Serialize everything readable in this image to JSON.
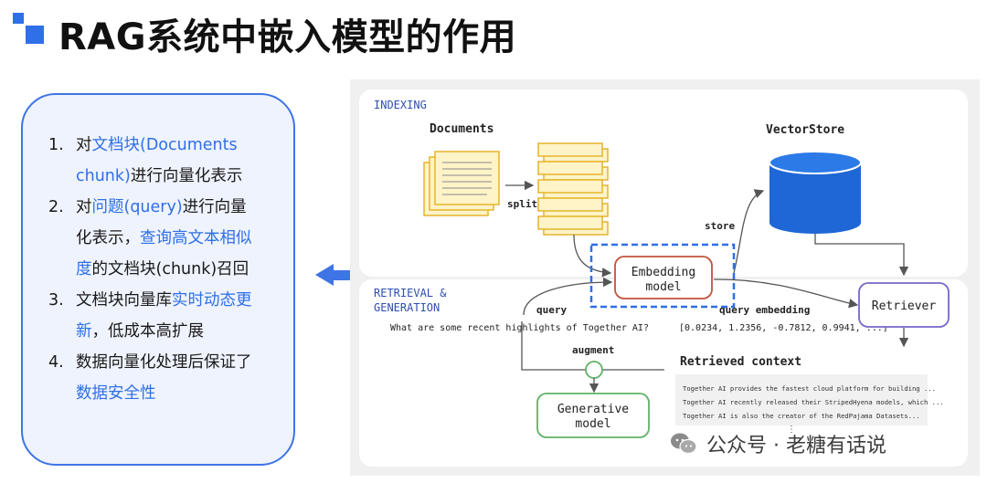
{
  "page_title": "RAG系统中嵌入模型的作用",
  "summary": {
    "items": [
      {
        "num": "1.",
        "lines": [
          [
            {
              "t": "对",
              "h": false
            },
            {
              "t": "文档块(Documents",
              "h": true
            }
          ],
          [
            {
              "t": "chunk)",
              "h": true
            },
            {
              "t": "进行向量化表示",
              "h": false
            }
          ]
        ]
      },
      {
        "num": "2.",
        "lines": [
          [
            {
              "t": "对",
              "h": false
            },
            {
              "t": "问题(query)",
              "h": true
            },
            {
              "t": "进行向量",
              "h": false
            }
          ],
          [
            {
              "t": "化表示，",
              "h": false
            },
            {
              "t": "查询高文本相似",
              "h": true
            }
          ],
          [
            {
              "t": "度",
              "h": true
            },
            {
              "t": "的文档块(chunk)召回",
              "h": false
            }
          ]
        ]
      },
      {
        "num": "3.",
        "lines": [
          [
            {
              "t": "文档块向量库",
              "h": false
            },
            {
              "t": "实时动态更",
              "h": true
            }
          ],
          [
            {
              "t": "新",
              "h": true
            },
            {
              "t": "，低成本高扩展",
              "h": false
            }
          ]
        ]
      },
      {
        "num": "4.",
        "lines": [
          [
            {
              "t": "数据向量化处理后保证了",
              "h": false
            }
          ],
          [
            {
              "t": "数据安全性",
              "h": true
            }
          ]
        ]
      }
    ]
  },
  "diagram": {
    "indexing_label": "INDEXING",
    "documents_label": "Documents",
    "split_label": "split",
    "vectorstore_label": "VectorStore",
    "store_label": "store",
    "embedding_label_1": "Embedding",
    "embedding_label_2": "model",
    "retrieval_label_1": "RETRIEVAL &",
    "retrieval_label_2": "GENERATION",
    "query_label": "query",
    "query_text": "What are some recent highlights of Together AI?",
    "query_embedding_label": "query embedding",
    "embedding_values": "[0.0234, 1.2356, -0.7812, 0.9941, ...]",
    "retriever_label": "Retriever",
    "augment_label": "augment",
    "retrieved_context_label": "Retrieved context",
    "context_lines": [
      "Together AI provides the fastest cloud platform for building ...",
      "Together AI recently released their StripedHyena models, which ...",
      "Together AI is also the creator of the RedPajama Datasets..."
    ],
    "generative_label_1": "Generative",
    "generative_label_2": "model"
  },
  "watermark": {
    "text": "公众号 · 老糖有话说"
  },
  "colors": {
    "accent": "#2f6fe8",
    "doc_fill": "#fff3c8",
    "doc_stroke": "#e5b42a",
    "embed_stroke": "#c0533c",
    "retriever_stroke": "#7a66c9",
    "generative_stroke": "#5fb266",
    "cylinder": "#1f67d6"
  }
}
